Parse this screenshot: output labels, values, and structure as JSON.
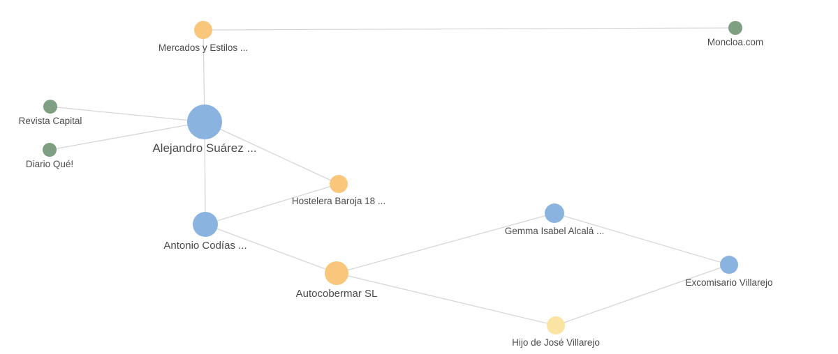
{
  "graph": {
    "colors": {
      "person": "#8ab4df",
      "company": "#f8c77c",
      "media": "#7f9f83",
      "relative": "#fbe3a4",
      "edge": "#d6d6d6",
      "label": "#4a4a4a"
    },
    "nodes": [
      {
        "id": "mercados",
        "label": "Mercados y Estilos ...",
        "type": "company"
      },
      {
        "id": "moncloa",
        "label": "Moncloa.com",
        "type": "media"
      },
      {
        "id": "revista",
        "label": "Revista Capital",
        "type": "media"
      },
      {
        "id": "diario",
        "label": "Diario Qué!",
        "type": "media"
      },
      {
        "id": "alejandro",
        "label": "Alejandro Suárez ...",
        "type": "person"
      },
      {
        "id": "hostelera",
        "label": "Hostelera Baroja 18 ...",
        "type": "company"
      },
      {
        "id": "antonio",
        "label": "Antonio Codías ...",
        "type": "person"
      },
      {
        "id": "gemma",
        "label": "Gemma Isabel Alcalá ...",
        "type": "person"
      },
      {
        "id": "autocobermar",
        "label": "Autocobermar SL",
        "type": "company"
      },
      {
        "id": "excomisario",
        "label": "Excomisario Villarejo",
        "type": "person"
      },
      {
        "id": "hijo",
        "label": "Hijo de José Villarejo",
        "type": "relative"
      }
    ],
    "edges": [
      [
        "mercados",
        "moncloa"
      ],
      [
        "mercados",
        "alejandro"
      ],
      [
        "revista",
        "alejandro"
      ],
      [
        "diario",
        "alejandro"
      ],
      [
        "alejandro",
        "hostelera"
      ],
      [
        "alejandro",
        "antonio"
      ],
      [
        "antonio",
        "hostelera"
      ],
      [
        "antonio",
        "autocobermar"
      ],
      [
        "autocobermar",
        "gemma"
      ],
      [
        "autocobermar",
        "hijo"
      ],
      [
        "gemma",
        "excomisario"
      ],
      [
        "hijo",
        "excomisario"
      ]
    ]
  }
}
